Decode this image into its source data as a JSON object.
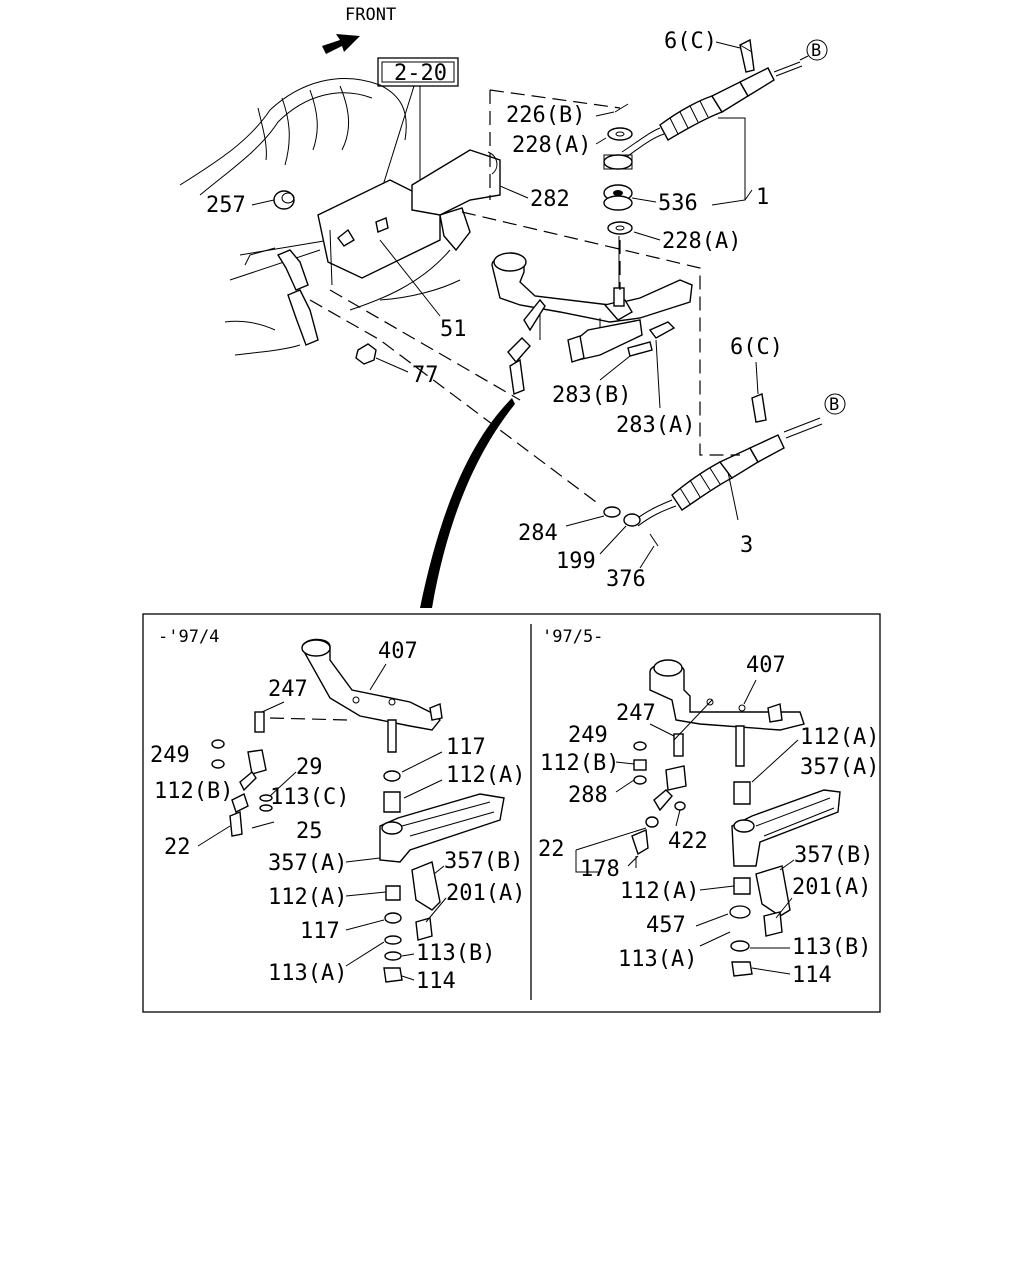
{
  "header": {
    "front": "FRONT",
    "ref_box": "2-20"
  },
  "callouts_main": {
    "p6c_top": "6(C)",
    "b_top": "B",
    "p226b": "226(B)",
    "p228a_1": "228(A)",
    "p536": "536",
    "p1": "1",
    "p228a_2": "228(A)",
    "p257": "257",
    "p282": "282",
    "p51": "51",
    "p77": "77",
    "p283b": "283(B)",
    "p283a": "283(A)",
    "p6c_mid": "6(C)",
    "b_mid": "B",
    "p284": "284",
    "p199": "199",
    "p376": "376",
    "p3": "3"
  },
  "inset_left": {
    "period": "-'97/4",
    "labels": {
      "p407": "407",
      "p247": "247",
      "p249": "249",
      "p112b": "112(B)",
      "p29": "29",
      "p113c": "113(C)",
      "p25": "25",
      "p22": "22",
      "p117_a": "117",
      "p112a_a": "112(A)",
      "p357a": "357(A)",
      "p357b": "357(B)",
      "p112a_b": "112(A)",
      "p201a": "201(A)",
      "p117_b": "117",
      "p113b": "113(B)",
      "p113a": "113(A)",
      "p114": "114"
    }
  },
  "inset_right": {
    "period": "'97/5-",
    "labels": {
      "p407": "407",
      "p247": "247",
      "p249": "249",
      "p112b": "112(B)",
      "p112a_a": "112(A)",
      "p357a": "357(A)",
      "p288": "288",
      "p22": "22",
      "p422": "422",
      "p178": "178",
      "p357b": "357(B)",
      "p112a_b": "112(A)",
      "p201a": "201(A)",
      "p457": "457",
      "p113b": "113(B)",
      "p113a": "113(A)",
      "p114": "114"
    }
  }
}
